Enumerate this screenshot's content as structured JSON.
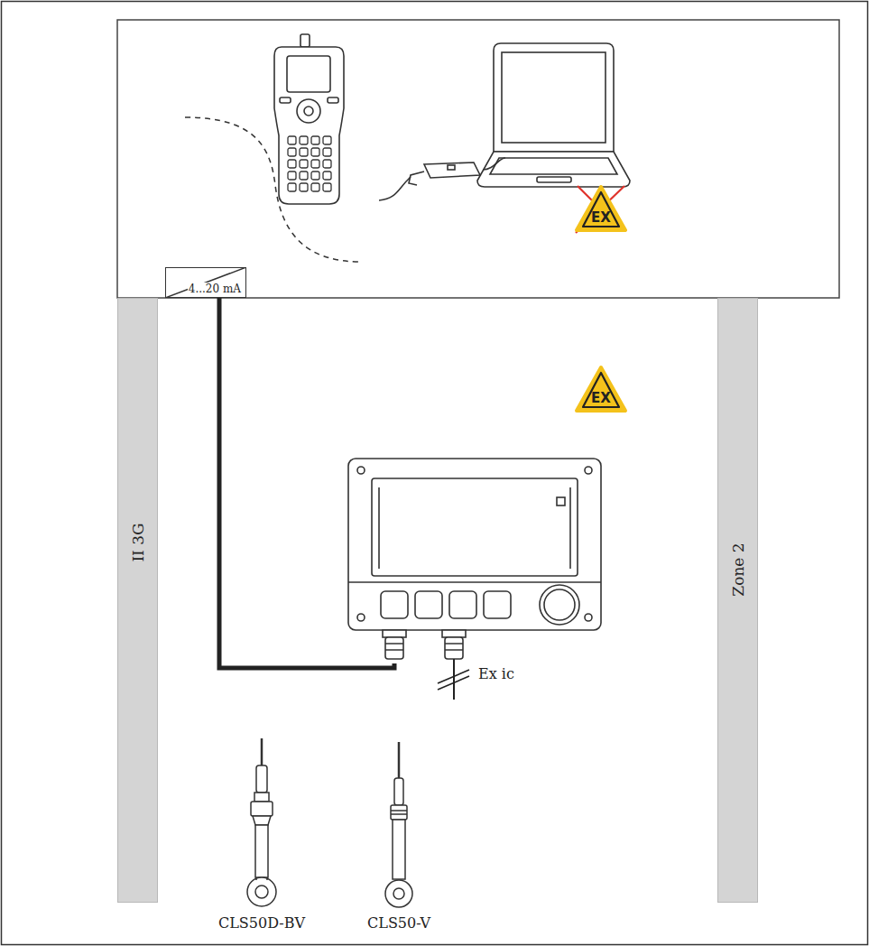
{
  "diagram": {
    "nodes": [
      {
        "text": [
          "II 3G"
        ]
      },
      {
        "text": [
          "Zone 2"
        ]
      },
      {
        "text": [
          "4...20 mA"
        ]
      },
      {
        "text": [
          "EX"
        ]
      },
      {
        "text": [
          "EX"
        ]
      }
    ],
    "labels": [
      "Ex ic",
      "CLS50D-BV",
      "CLS50-V"
    ]
  }
}
